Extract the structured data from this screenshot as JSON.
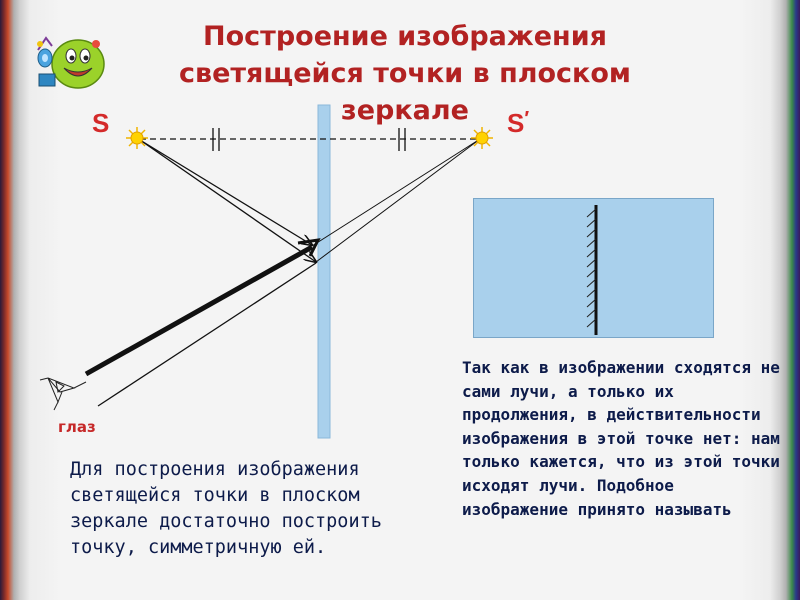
{
  "title": "Построение изображения светящейся точки в плоском зеркале",
  "labels": {
    "source": "S",
    "image": "S",
    "image_prime": "′",
    "eye": "глаз"
  },
  "captions": {
    "left": "Для построения изображения светящейся точки в плоском зеркале достаточно построить точку, симметричную  ей.",
    "right": "Так как в изображении сходятся не сами лучи, а только их продолжения, в действительности изображения в этой точке нет: нам только кажется, что из этой точки исходят лучи. Подобное изображение принято называть"
  },
  "colors": {
    "title": "#b22222",
    "label": "#d42a2a",
    "mirror": "#a9d0ec",
    "text": "#0d1b4a",
    "sun": "#ffd200"
  },
  "icons": {
    "smiley": "smiley-face-icon",
    "eye": "eye-sketch-icon",
    "source_point": "sun-icon",
    "image_point": "sun-icon"
  }
}
